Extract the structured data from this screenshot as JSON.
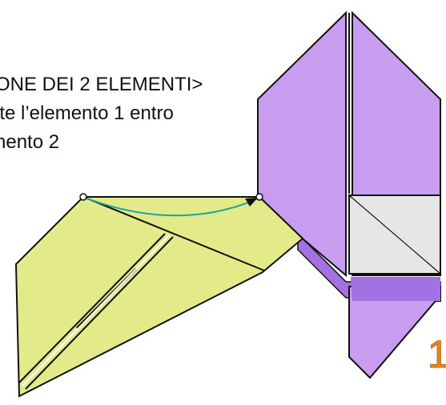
{
  "instruction": {
    "line1": "ONE DEI 2 ELEMENTI>",
    "line2": "ite l’elemento 1 entro",
    "line3": "nento 2"
  },
  "step": {
    "number": "1"
  },
  "colors": {
    "yellow_green_piece": "#e3ea8a",
    "purple_piece": "#c89cef",
    "purple_dark": "#a472e0",
    "grey_panel": "#e6e6e6",
    "arrow": "#1aa39a",
    "outline": "#111111",
    "step_number": "#e08a1f"
  },
  "icons": {
    "arrow": "curved-arrow-icon"
  }
}
